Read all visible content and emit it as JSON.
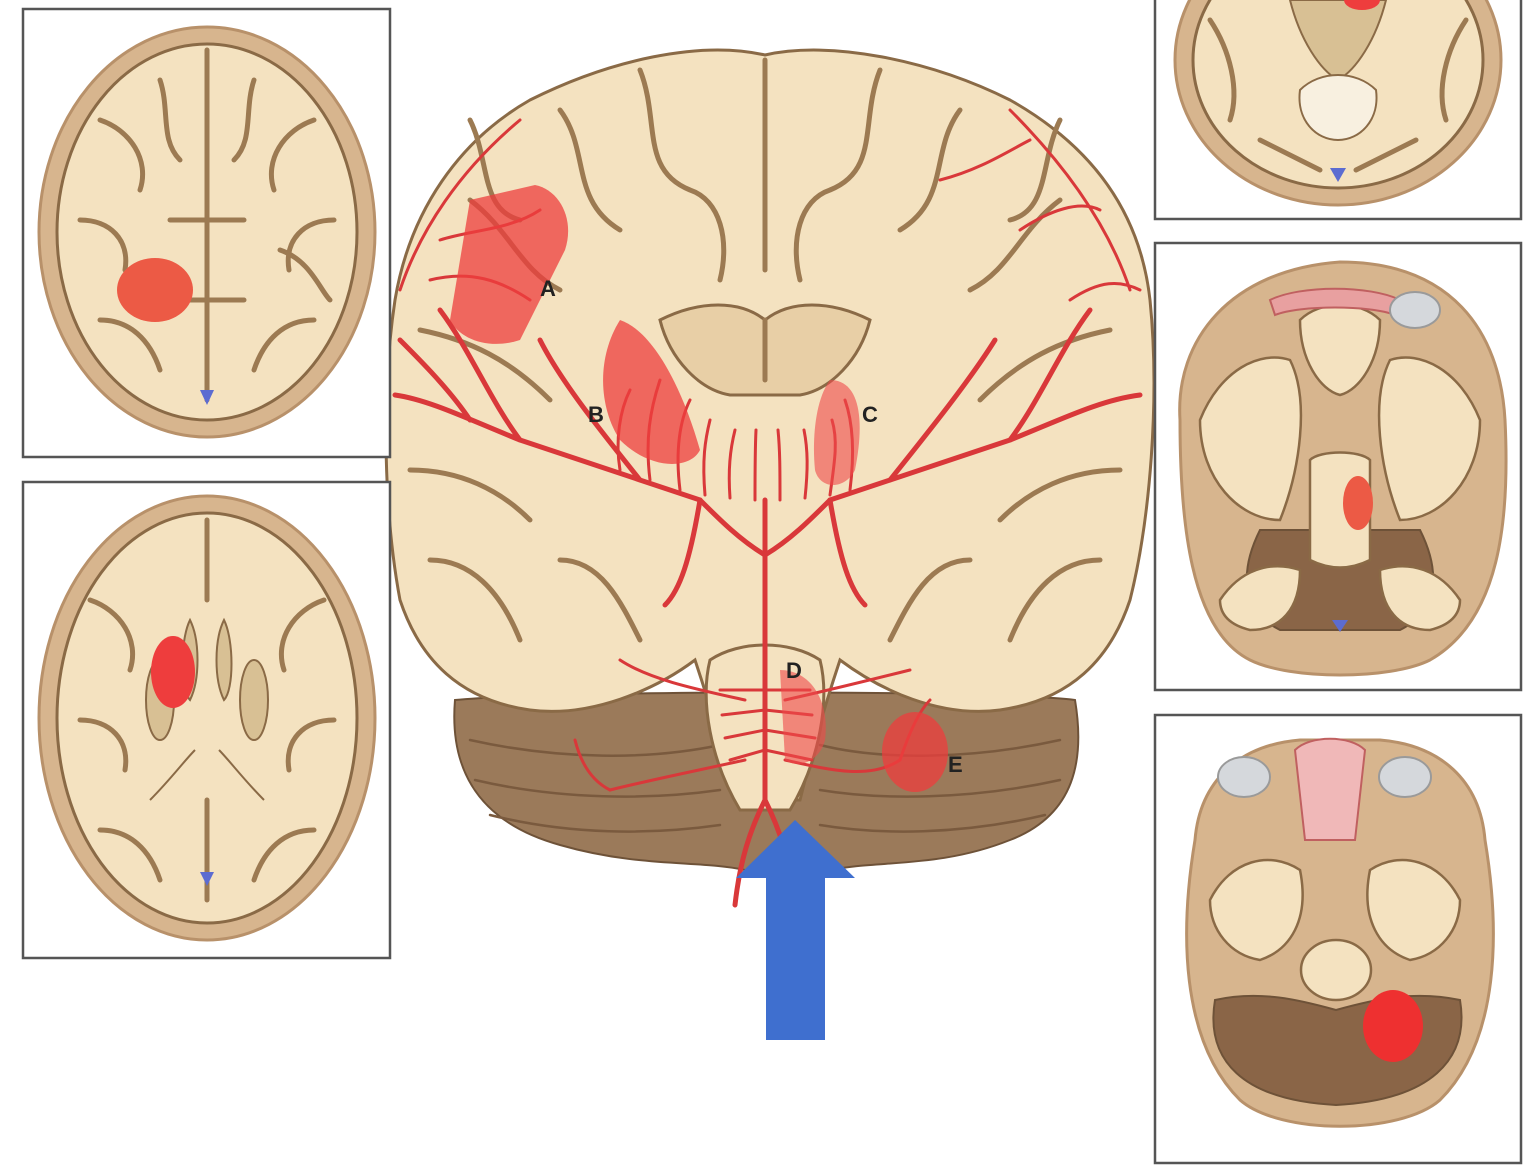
{
  "labels": {
    "a": "A",
    "b": "B",
    "c": "C",
    "d": "D",
    "e": "E"
  },
  "colors": {
    "lesion": "#ee3d3d",
    "arrow": "#3f6fcf",
    "vessel": "#d9383a",
    "brain": "#f4e2c0",
    "skull": "#d7b58e",
    "cerebellum": "#9b7a5a"
  }
}
